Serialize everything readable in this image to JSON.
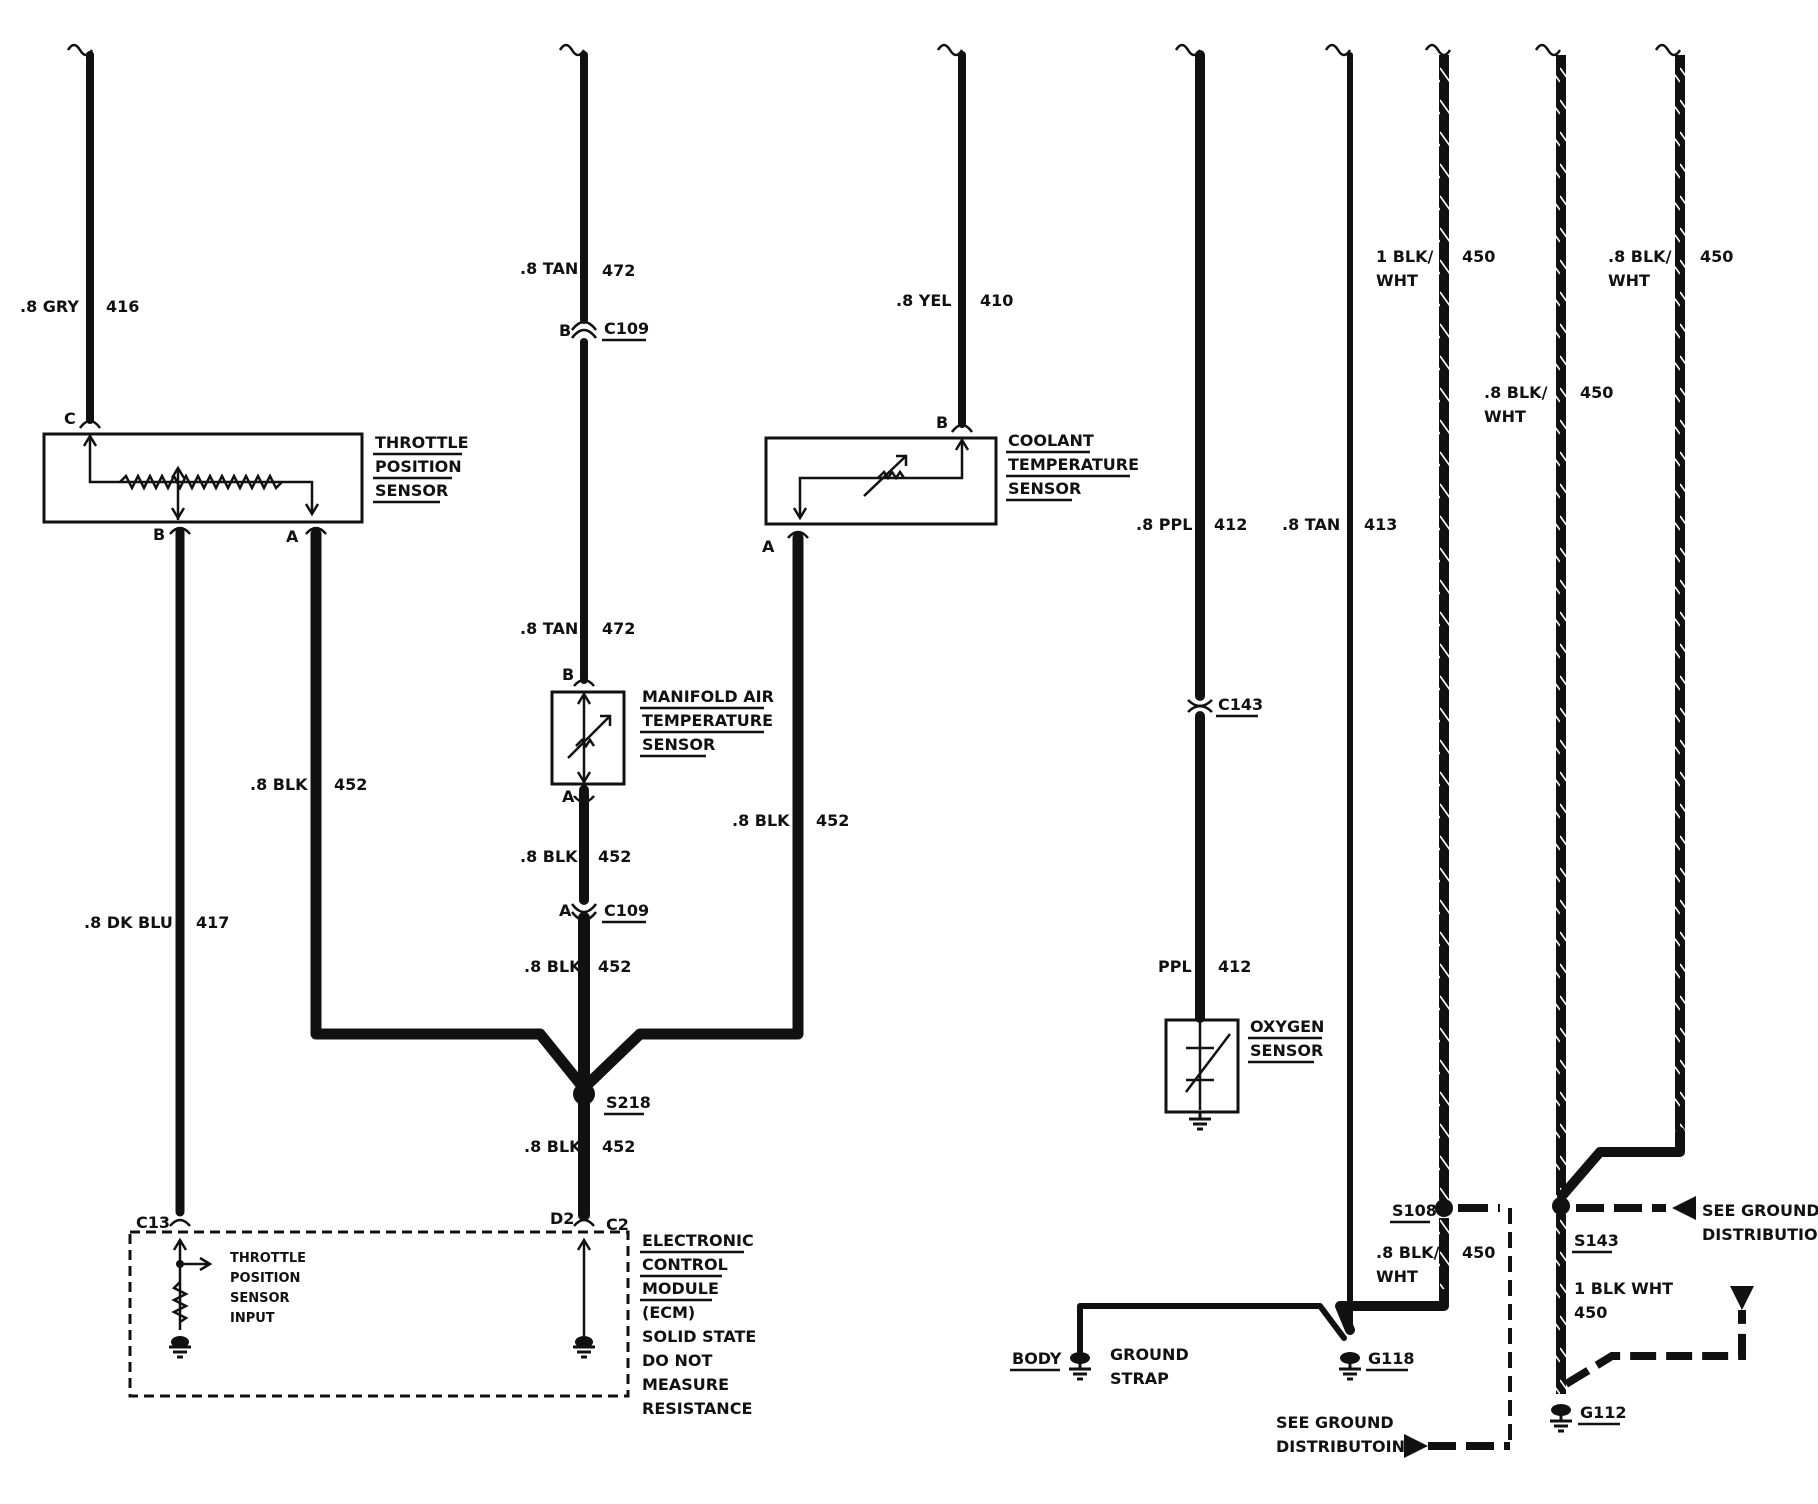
{
  "wires": {
    "w416": {
      "size": ".8 GRY",
      "circuit": "416"
    },
    "w417": {
      "size": ".8 DK BLU",
      "circuit": "417"
    },
    "w452_tps": {
      "size": ".8 BLK",
      "circuit": "452"
    },
    "w472_top": {
      "size": ".8 TAN",
      "circuit": "472"
    },
    "w472_mat": {
      "size": ".8 TAN",
      "circuit": "472"
    },
    "w452_mat": {
      "size": ".8 BLK",
      "circuit": "452"
    },
    "w452_c109": {
      "size": ".8 BLK",
      "circuit": "452"
    },
    "w452_s218": {
      "size": ".8 BLK",
      "circuit": "452"
    },
    "w410": {
      "size": ".8 YEL",
      "circuit": "410"
    },
    "w452_cts": {
      "size": ".8 BLK",
      "circuit": "452"
    },
    "w412_top": {
      "size": ".8 PPL",
      "circuit": "412"
    },
    "w412_bot": {
      "size": "PPL",
      "circuit": "412"
    },
    "w413": {
      "size": ".8 TAN",
      "circuit": "413"
    },
    "w450_a": {
      "size1": "1 BLK/",
      "size2": "WHT",
      "circuit": "450"
    },
    "w450_b": {
      "size1": ".8 BLK/",
      "size2": "WHT",
      "circuit": "450"
    },
    "w450_c": {
      "size1": ".8 BLK/",
      "size2": "WHT",
      "circuit": "450"
    },
    "w450_d": {
      "size1": ".8 BLK/",
      "size2": "WHT",
      "circuit": "450"
    },
    "w450_e": {
      "size": "1 BLK WHT",
      "circuit": "450"
    }
  },
  "components": {
    "tps": [
      "THROTTLE",
      "POSITION",
      "SENSOR"
    ],
    "mat": [
      "MANIFOLD AIR",
      "TEMPERATURE",
      "SENSOR"
    ],
    "cts": [
      "COOLANT",
      "TEMPERATURE",
      "SENSOR"
    ],
    "oxygen": [
      "OXYGEN",
      "SENSOR"
    ],
    "ecm_titles": [
      "ELECTRONIC",
      "CONTROL",
      "MODULE"
    ],
    "ecm_notes": [
      "(ECM)",
      "SOLID STATE",
      "DO NOT",
      "MEASURE",
      "RESISTANCE"
    ],
    "tps_input": [
      "THROTTLE",
      "POSITION",
      "SENSOR",
      "INPUT"
    ]
  },
  "pins": {
    "tps_c": "C",
    "tps_b": "B",
    "tps_a": "A",
    "mat_b": "B",
    "mat_a": "A",
    "cts_b": "B",
    "cts_a": "A",
    "c109_b": "B",
    "c109_a": "A",
    "ecm_c13": "C13",
    "ecm_d2": "D2",
    "ecm_c2": "C2"
  },
  "connectors": {
    "c109_top": "C109",
    "c109_bot": "C109",
    "c143": "C143"
  },
  "splices": {
    "s218": "S218",
    "s108": "S108",
    "s143": "S143"
  },
  "grounds": {
    "g118": "G118",
    "g112": "G112"
  },
  "ground_strap": {
    "body": "BODY",
    "line1": "GROUND",
    "line2": "STRAP"
  },
  "see_ground_right": [
    "SEE GROUND",
    "DISTRIBUTION"
  ],
  "see_ground_bottom": [
    "SEE GROUND",
    "DISTRIBUTOIN"
  ]
}
